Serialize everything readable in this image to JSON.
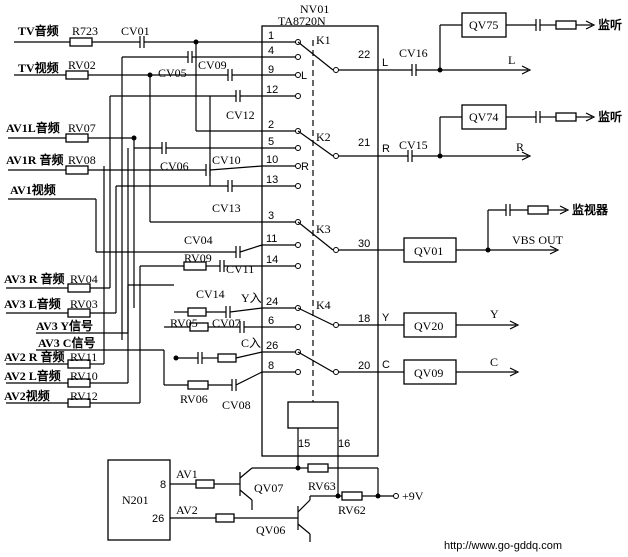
{
  "chip": {
    "ref": "NV01",
    "part": "TA8720N"
  },
  "left_inputs": {
    "tv_audio": "TV音频",
    "tv_video": "TV视频",
    "av1l_audio": "AV1L音频",
    "av1r_audio": "AV1R 音频",
    "av1_video": "AV1视频",
    "av3r_audio": "AV3 R 音频",
    "av3l_audio": "AV3 L音频",
    "av3_y": "AV3 Y信号",
    "av3_c": "AV3 C信号",
    "av2r_audio": "AV2 R 音频",
    "av2l_audio": "AV2 L音频",
    "av2_video": "AV2视频"
  },
  "resistors": {
    "r723": "R723",
    "rv02": "RV02",
    "rv07": "RV07",
    "rv08": "RV08",
    "rv04": "RV04",
    "rv03": "RV03",
    "rv09": "RV09",
    "rv05": "RV05",
    "rv11": "RV11",
    "rv10": "RV10",
    "rv12": "RV12",
    "rv06": "RV06",
    "rv63": "RV63",
    "rv62": "RV62"
  },
  "capacitors": {
    "cv01": "CV01",
    "cv05": "CV05",
    "cv09": "CV09",
    "cv12": "CV12",
    "cv06": "CV06",
    "cv10": "CV10",
    "cv13": "CV13",
    "cv04": "CV04",
    "cv11": "CV11",
    "cv14": "CV14",
    "cv07": "CV07",
    "cv08": "CV08",
    "cv16": "CV16",
    "cv15": "CV15"
  },
  "pins_left": [
    "1",
    "4",
    "9",
    "12",
    "2",
    "5",
    "10",
    "13",
    "3",
    "11",
    "14",
    "24",
    "6",
    "26",
    "8"
  ],
  "pin_tags": {
    "l": "L",
    "r": "R",
    "y_in": "Y入",
    "c_in": "C入"
  },
  "switches": [
    "K1",
    "K2",
    "K3",
    "K4"
  ],
  "pins_right": [
    "22",
    "21",
    "30",
    "18",
    "20"
  ],
  "right_tags": [
    "L",
    "R",
    "Y",
    "C"
  ],
  "ctrl_pins": [
    "15",
    "16"
  ],
  "buffers": {
    "qv75": "QV75",
    "qv74": "QV74",
    "qv01": "QV01",
    "qv20": "QV20",
    "qv09": "QV09"
  },
  "outputs": {
    "monitor_listen": "监听",
    "monitor_listen_2": "监听",
    "monitor": "监视器",
    "vbs_out": "VBS OUT",
    "out_l": "L",
    "out_r": "R",
    "out_y": "Y",
    "out_c": "C"
  },
  "control": {
    "n201": "N201",
    "pin8": "8",
    "pin26": "26",
    "av1": "AV1",
    "av2": "AV2",
    "qv07": "QV07",
    "qv06": "QV06",
    "vcc": "+9V"
  },
  "website": "http://www.go-gddq.com"
}
